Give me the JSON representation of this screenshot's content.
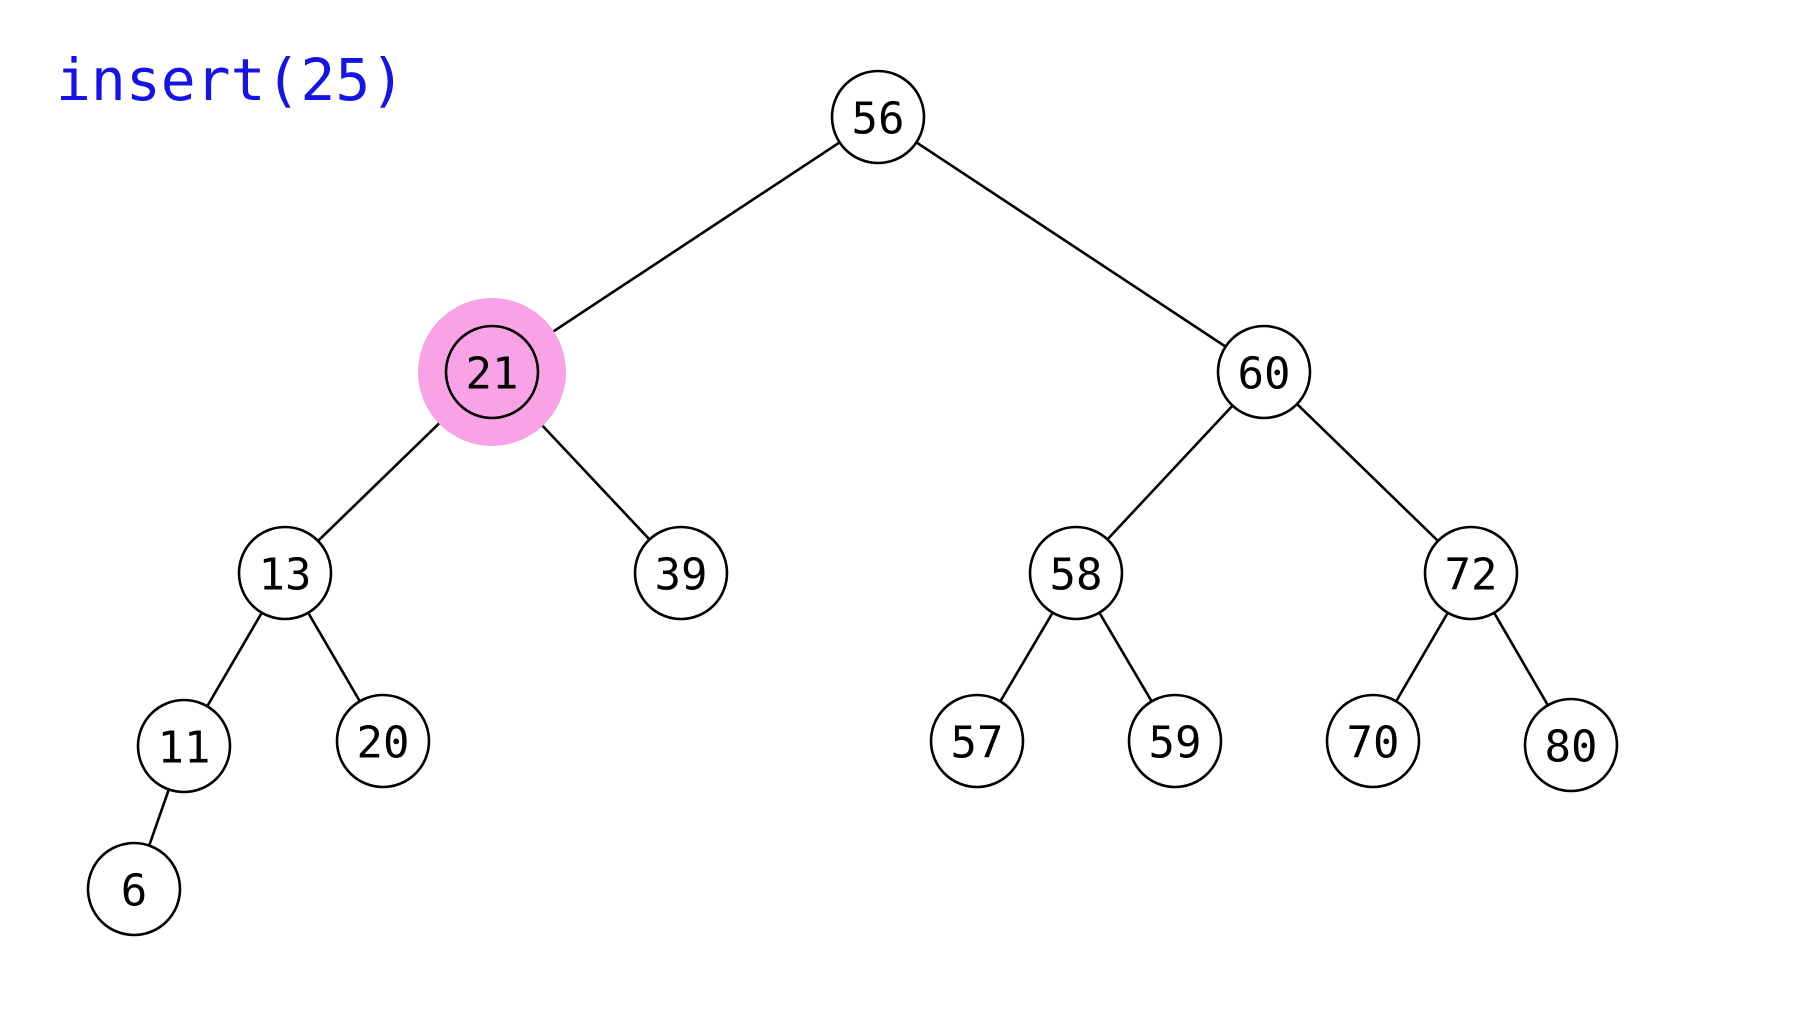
{
  "operation": {
    "label": "insert(25)",
    "color": "#1414e6"
  },
  "tree": {
    "type": "binary-search-tree",
    "root": "n56",
    "highlighted_node": "n21",
    "highlight_color": "#f9a3e6",
    "nodes": [
      {
        "id": "n56",
        "value": "56",
        "left": "n21",
        "right": "n60",
        "highlighted": false
      },
      {
        "id": "n21",
        "value": "21",
        "left": "n13",
        "right": "n39",
        "highlighted": true
      },
      {
        "id": "n60",
        "value": "60",
        "left": "n58",
        "right": "n72",
        "highlighted": false
      },
      {
        "id": "n13",
        "value": "13",
        "left": "n11",
        "right": "n20",
        "highlighted": false
      },
      {
        "id": "n39",
        "value": "39",
        "left": null,
        "right": null,
        "highlighted": false
      },
      {
        "id": "n58",
        "value": "58",
        "left": "n57",
        "right": "n59",
        "highlighted": false
      },
      {
        "id": "n72",
        "value": "72",
        "left": "n70",
        "right": "n80",
        "highlighted": false
      },
      {
        "id": "n11",
        "value": "11",
        "left": "n6",
        "right": null,
        "highlighted": false
      },
      {
        "id": "n20",
        "value": "20",
        "left": null,
        "right": null,
        "highlighted": false
      },
      {
        "id": "n57",
        "value": "57",
        "left": null,
        "right": null,
        "highlighted": false
      },
      {
        "id": "n59",
        "value": "59",
        "left": null,
        "right": null,
        "highlighted": false
      },
      {
        "id": "n70",
        "value": "70",
        "left": null,
        "right": null,
        "highlighted": false
      },
      {
        "id": "n80",
        "value": "80",
        "left": null,
        "right": null,
        "highlighted": false
      },
      {
        "id": "n6",
        "value": "6",
        "left": null,
        "right": null,
        "highlighted": false
      }
    ]
  }
}
